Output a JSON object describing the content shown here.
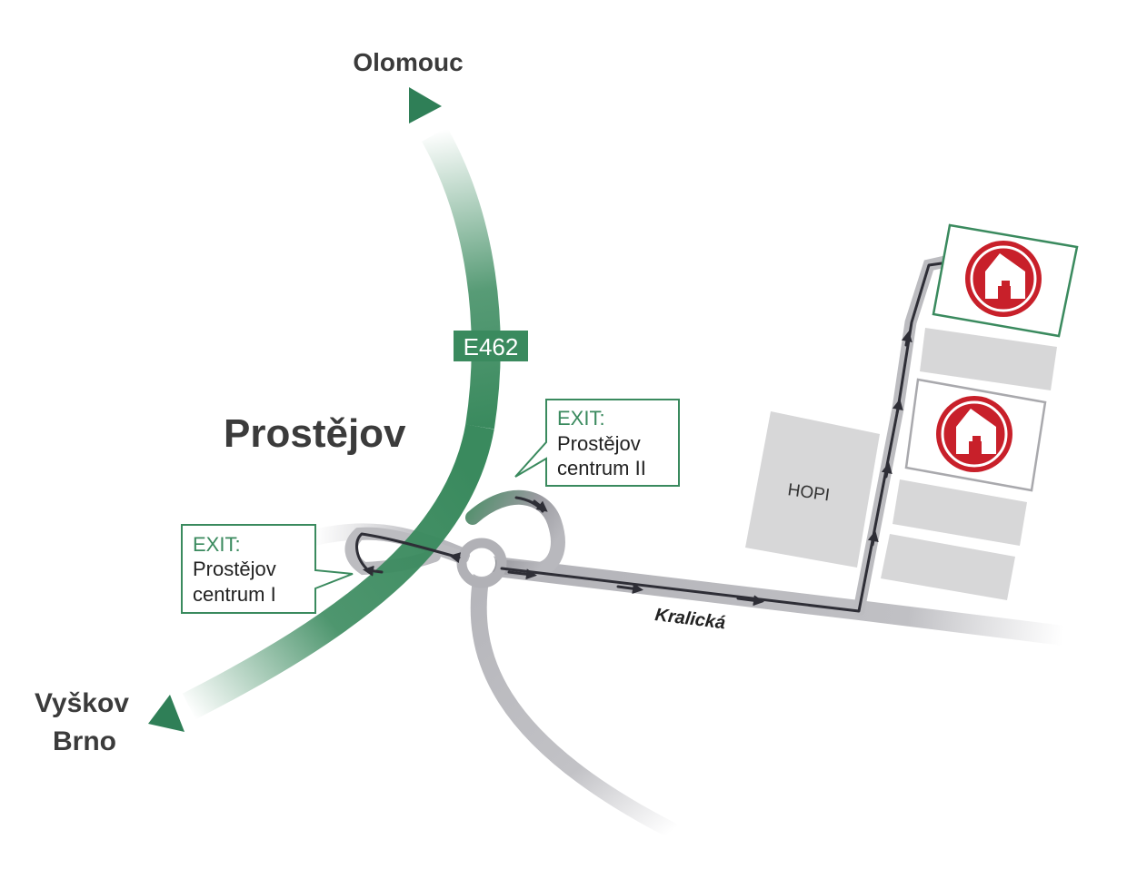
{
  "map": {
    "city_label": "Prostějov",
    "destinations": {
      "north": "Olomouc",
      "south_line1": "Vyškov",
      "south_line2": "Brno"
    },
    "highway_badge": "E462",
    "exits": [
      {
        "title": "EXIT:",
        "line1": "Prostějov",
        "line2": "centrum I"
      },
      {
        "title": "EXIT:",
        "line1": "Prostějov",
        "line2": "centrum II"
      }
    ],
    "street_label": "Kralická",
    "building_label": "HOPI",
    "icons": {
      "direction_arrow": "triangle-arrow-icon",
      "destination_logo": "red-castle-logo-icon"
    },
    "colors": {
      "highway": "#3a8a5e",
      "road": "#c8c8cc",
      "route": "#2e2e36",
      "building": "#d7d7d8",
      "logo": "#c8202a"
    }
  }
}
